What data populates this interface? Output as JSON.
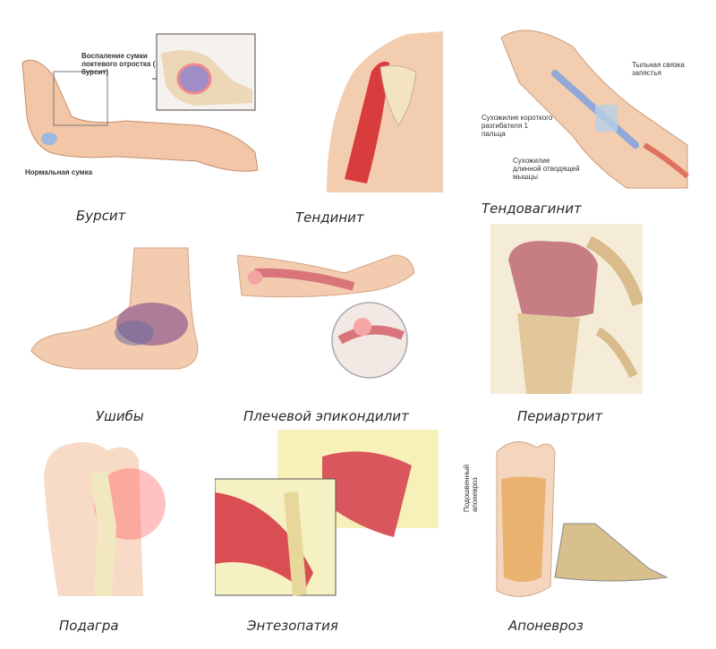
{
  "captions": {
    "bursitis": "Бурсит",
    "tendinitis": "Тендинит",
    "tendovaginitis": "Тендовагинит",
    "bruises": "Ушибы",
    "epicondylitis": "Плечевой эпикондилит",
    "periarthritis": "Периартрит",
    "gout": "Подагра",
    "enthesopathy": "Энтезопатия",
    "aponeurosis": "Апоневроз"
  },
  "labels": {
    "bursa_inflammation": "Воспаление сумки локтевого отростка ( бурсит)",
    "normal_bursa": "Нормальная сумка",
    "dorsal_ligament": "Тыльная связка запястья",
    "short_extensor": "Сухожилие короткого разгибателя 1 пальца",
    "long_abductor": "Сухожилие длинной отводящей мышцы",
    "plantar_aponeurosis": "Подошвенный апоневроз"
  }
}
